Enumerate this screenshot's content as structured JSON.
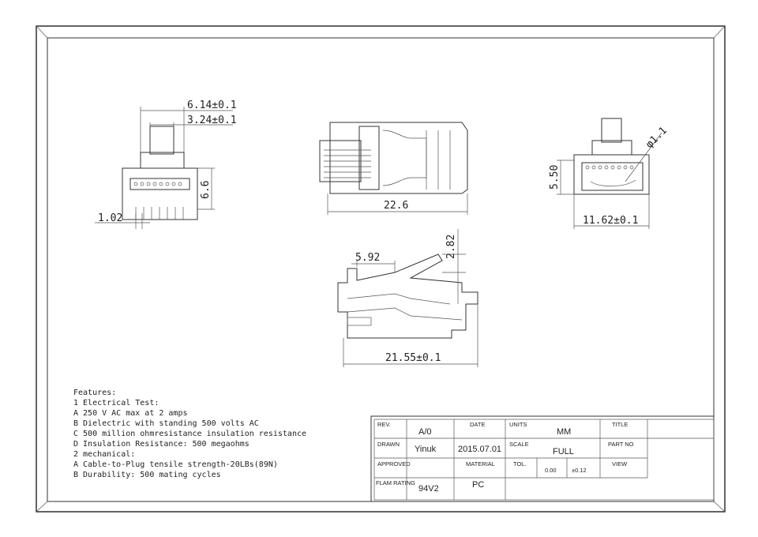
{
  "dimensions": {
    "width_outer": "6.14±0.1",
    "width_inner": "3.24±0.1",
    "height_front": "6.6",
    "pitch": "1.02",
    "length_top": "22.6",
    "height_end": "5.50",
    "diameter": "φ1.1",
    "width_end": "11.62±0.1",
    "latch_offset": "5.92",
    "latch_height": "2.82",
    "length_side": "21.55±0.1"
  },
  "features": {
    "title": "Features:",
    "lines": [
      "1 Electrical Test:",
      "A 250 V AC max at 2 amps",
      "B Dielectric with standing 500 volts AC",
      "C 500 million ohmresistance insulation resistance",
      "D Insulation Resistance: 500 megaohms",
      "2 mechanical:",
      "A Cable-to-Plug tensile strength-20LBs(89N)",
      "B Durability: 500 mating cycles"
    ]
  },
  "title_block": {
    "rev_label": "REV.",
    "rev_value": "A/0",
    "date_label": "DATE",
    "date_value": "2015.07.01",
    "units_label": "UNITS",
    "units_value": "MM",
    "title_label": "TITLE",
    "drawn_label": "DRAWN",
    "drawn_value": "Yinuk",
    "scale_label": "SCALE",
    "scale_value": "FULL",
    "part_no_label": "PART NO",
    "approved_label": "APPROVED",
    "material_label": "MATERIAL",
    "tol_label": "TOL.",
    "tol_value_1": "0.00",
    "tol_value_2": "±0.12",
    "view_label": "VIEW",
    "flam_label": "FLAM RATING",
    "flam_value": "94V2",
    "material_value": "PC"
  }
}
